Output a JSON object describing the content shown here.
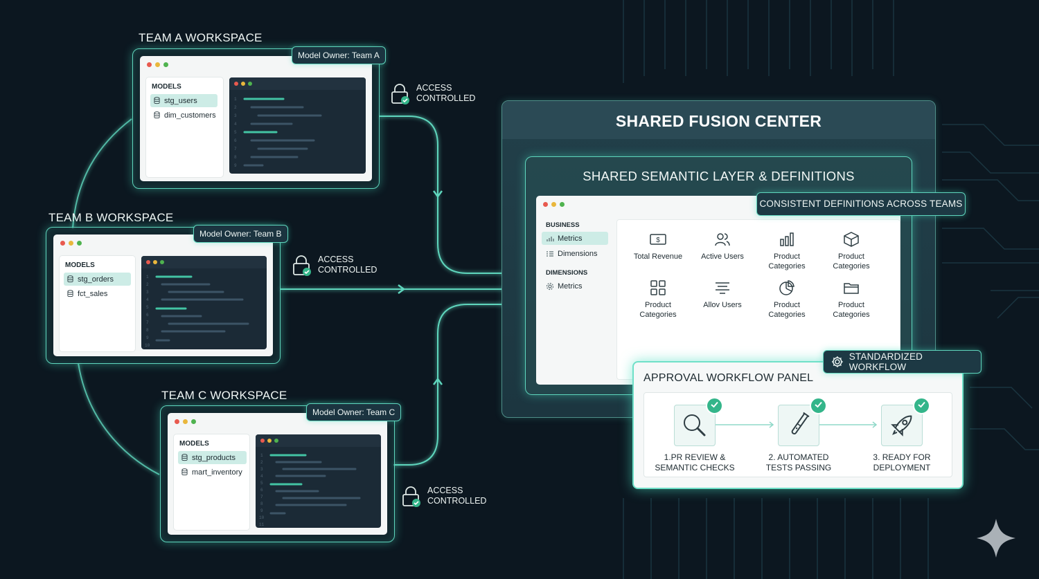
{
  "teams": [
    {
      "title": "TEAM A WORKSPACE",
      "owner": "Model Owner: Team A",
      "models_header": "MODELS",
      "models": [
        "stg_users",
        "dim_customers"
      ]
    },
    {
      "title": "TEAM B WORKSPACE",
      "owner": "Model Owner: Team B",
      "models_header": "MODELS",
      "models": [
        "stg_orders",
        "fct_sales"
      ]
    },
    {
      "title": "TEAM C WORKSPACE",
      "owner": "Model Owner: Team C",
      "models_header": "MODELS",
      "models": [
        "stg_products",
        "mart_inventory"
      ]
    }
  ],
  "access": {
    "line1": "ACCESS",
    "line2": "CONTROLLED"
  },
  "center": {
    "title": "SHARED FUSION CENTER"
  },
  "semantic": {
    "title": "SHARED SEMANTIC LAYER & DEFINITIONS",
    "badge": "CONSISTENT DEFINITIONS ACROSS TEAMS",
    "sidebar": {
      "business_header": "BUSINESS",
      "business_items": [
        "Metrics",
        "Dimensions"
      ],
      "dimensions_header": "DIMENSIONS",
      "dimension_items": [
        "Metrics"
      ]
    },
    "metrics": [
      {
        "label": "Total Revenue",
        "icon": "dollar-bill-icon"
      },
      {
        "label": "Active Users",
        "icon": "users-icon"
      },
      {
        "label": "Product Categories",
        "icon": "bar-chart-icon"
      },
      {
        "label": "Product Categories",
        "icon": "box-icon"
      },
      {
        "label": "Product Categories",
        "icon": "grid-icon"
      },
      {
        "label": "Allov Users",
        "icon": "filter-lines-icon"
      },
      {
        "label": "Product Categories",
        "icon": "pie-chart-icon"
      },
      {
        "label": "Product Categories",
        "icon": "folder-icon"
      }
    ]
  },
  "workflow": {
    "badge": "STANDARDIZED WORKFLOW",
    "title": "APPROVAL WORKFLOW PANEL",
    "steps": [
      {
        "line1": "1.PR REVIEW &",
        "line2": "SEMANTIC CHECKS",
        "icon": "magnifier-icon"
      },
      {
        "line1": "2. AUTOMATED",
        "line2": "TESTS PASSING",
        "icon": "test-tube-icon"
      },
      {
        "line1": "3. READY FOR",
        "line2": "DEPLOYMENT",
        "icon": "rocket-icon"
      }
    ]
  },
  "colors": {
    "accent": "#5fd6bd",
    "background": "#0c1720",
    "check": "#34b58a"
  }
}
